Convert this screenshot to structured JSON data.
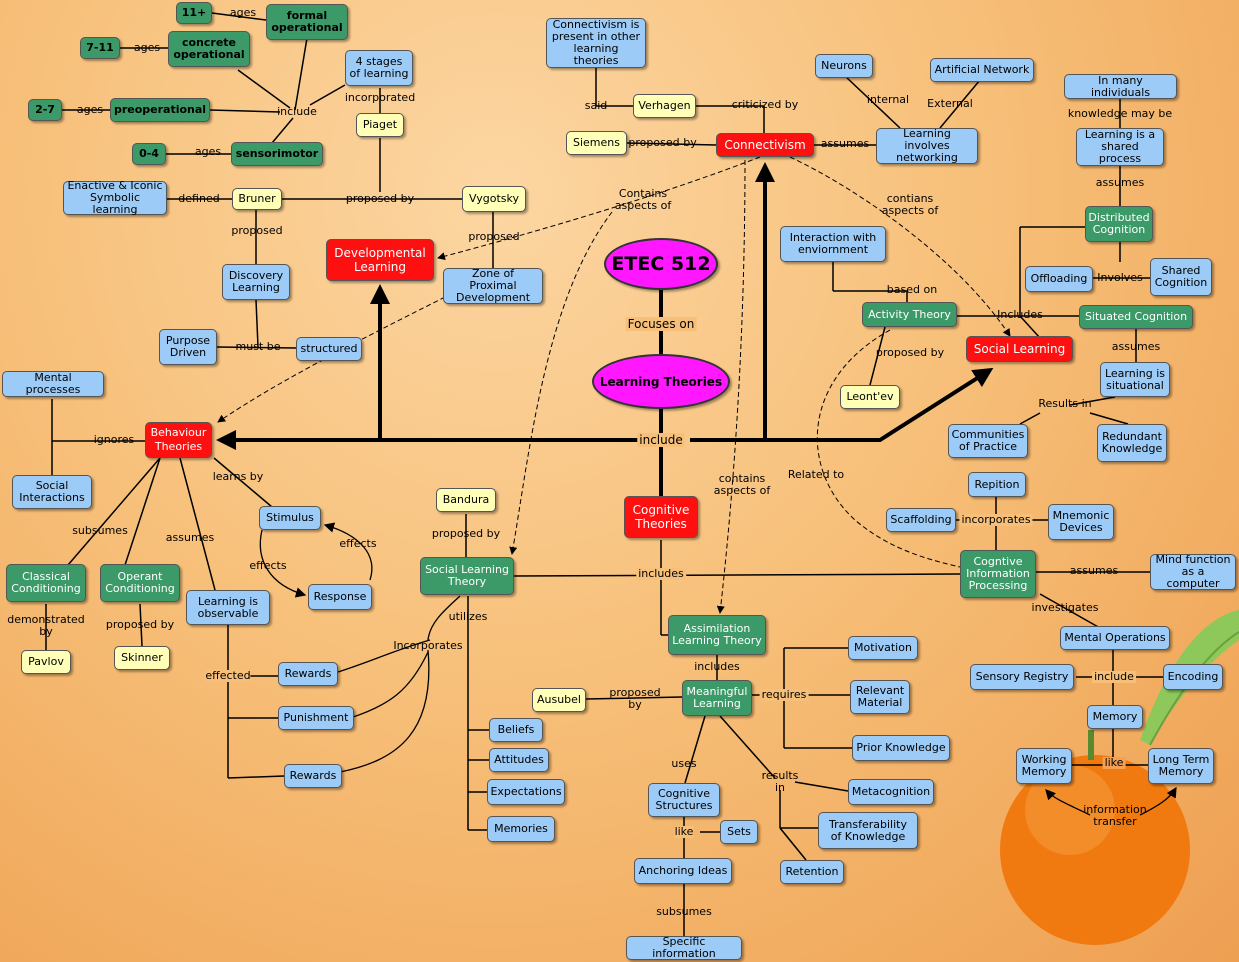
{
  "nodes": {
    "etec": "ETEC 512",
    "learning_theories": "Learning Theories",
    "behaviour": "Behaviour Theories",
    "developmental": "Developmental Learning",
    "connectivism": "Connectivism",
    "social_learning": "Social Learning",
    "cognitive": "Cognitive Theories",
    "age_11": "11+",
    "formal_op": "formal operational",
    "age_7_11": "7-11",
    "concrete_op": "concrete operational",
    "age_2_7": "2-7",
    "preop": "preoperational",
    "age_0_4": "0-4",
    "sensorimotor": "sensorimotor",
    "four_stages": "4 stages of learning",
    "piaget": "Piaget",
    "enactive": "Enactive & Iconic Symbolic learning",
    "bruner": "Bruner",
    "vygotsky": "Vygotsky",
    "discovery": "Discovery Learning",
    "zpd": "Zone of Proximal Development",
    "purpose": "Purpose Driven",
    "structured": "structured",
    "connectivism_present": "Connectivism is present in other learning theories",
    "verhagen": "Verhagen",
    "siemens": "Siemens",
    "neurons": "Neurons",
    "artificial": "Artificial Network",
    "networking": "Learning involves networking",
    "many_individuals": "In many individuals",
    "shared_process": "Learning is a shared process",
    "distributed": "Distributed Cognition",
    "offloading": "Offloading",
    "shared_cog": "Shared Cognition",
    "interaction": "Interaction with enviornment",
    "activity": "Activity Theory",
    "situated": "Situated Cognition",
    "leontev": "Leont'ev",
    "situational": "Learning is situational",
    "communities": "Communities of Practice",
    "redundant": "Redundant Knowledge",
    "mental_processes": "Mental processes",
    "social_interactions": "Social Interactions",
    "stimulus": "Stimulus",
    "response": "Response",
    "classical": "Classical Conditioning",
    "operant": "Operant Conditioning",
    "observable": "Learning is observable",
    "pavlov": "Pavlov",
    "skinner": "Skinner",
    "rewards1": "Rewards",
    "punishment": "Punishment",
    "rewards2": "Rewards",
    "bandura": "Bandura",
    "slt": "Social Learning Theory",
    "beliefs": "Beliefs",
    "attitudes": "Attitudes",
    "expectations": "Expectations",
    "memories": "Memories",
    "assimilation": "Assimilation Learning Theory",
    "meaningful": "Meaningful Learning",
    "ausubel": "Ausubel",
    "motivation": "Motivation",
    "relevant": "Relevant Material",
    "prior": "Prior Knowledge",
    "cog_structures": "Cognitive Structures",
    "sets": "Sets",
    "anchoring": "Anchoring Ideas",
    "specific": "Specific information",
    "metacognition": "Metacognition",
    "transfer_k": "Transferability of Knowledge",
    "retention": "Retention",
    "repition": "Repition",
    "scaffolding": "Scaffolding",
    "mnemonic": "Mnemonic Devices",
    "cip": "Cogntive Information Processing",
    "mind": "Mind function as a computer",
    "mental_ops": "Mental Operations",
    "sensory": "Sensory Registry",
    "encoding": "Encoding",
    "memory": "Memory",
    "working": "Working Memory",
    "longterm": "Long Term Memory"
  },
  "links": {
    "ages1": "ages",
    "ages2": "ages",
    "ages3": "ages",
    "ages4": "ages",
    "include_p": "include",
    "incorporated": "incorporated",
    "defined": "defined",
    "proposed_by_dev": "proposed by",
    "proposed_b": "proposed",
    "proposed_v": "proposed",
    "must_be": "must be",
    "said": "said",
    "criticized": "criticized by",
    "proposed_s": "proposed",
    "by_s": "by",
    "assumes_c": "assumes",
    "internal": "internal",
    "external": "External",
    "knowledge_may": "knowledge may be",
    "assumes_d": "assumes",
    "involves": "Involves",
    "includes_sl": "Includes",
    "contains_dev": "Contains aspects of",
    "contians_sl": "contians aspects of",
    "based_on": "based on",
    "proposed_by_l": "proposed by",
    "assumes_s": "assumes",
    "results_in": "Results in",
    "focuses": "Focuses on",
    "include_main": "include",
    "ignores": "ignores",
    "learns_by": "learns by",
    "effects1": "effects",
    "effects2": "effects",
    "subsumes_b": "subsumes",
    "assumes_b": "assumes",
    "demonstrated": "demonstrated by",
    "proposed_by_sk": "proposed by",
    "effected": "effected",
    "incorporates": "Incorporates",
    "proposed_by_ba": "proposed by",
    "utilizes": "utilizes",
    "includes_cog": "includes",
    "contains_cog": "contains aspects of",
    "related_to": "Related to",
    "includes_as": "includes",
    "proposed_by_au": "proposed by",
    "requires": "requires",
    "uses": "uses",
    "like_sets": "like",
    "subsumes_a": "subsumes",
    "results_in_m": "results in",
    "incorporates_cip": "incorporates",
    "assumes_cip": "assumes",
    "investigates": "investigates",
    "include_mo": "include",
    "like_mem": "like",
    "info_transfer": "information transfer"
  },
  "colors": {
    "blue": "#9ccbf7",
    "green": "#3b9a68",
    "yellow": "#ffffb8",
    "red": "#ff1010",
    "magenta": "#ff18ff",
    "background": "#f7c07a"
  }
}
